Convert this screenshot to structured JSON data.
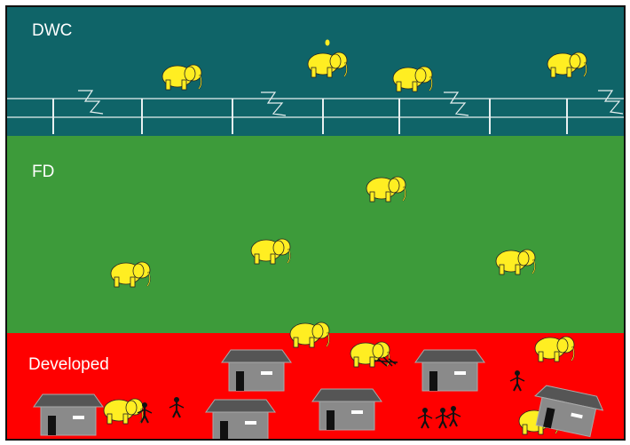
{
  "zones": {
    "dwc": {
      "label": "DWC",
      "color": "#0f6468"
    },
    "fd": {
      "label": "FD",
      "color": "#3d9b3a"
    },
    "developed": {
      "label": "Developed",
      "color": "#ff0000"
    }
  },
  "colors": {
    "elephant": "#ffee22",
    "fence": "#e8f0f0",
    "house_wall": "#8a8a8a",
    "house_roof": "#555555",
    "human": "#111111"
  },
  "icons": [
    "elephant-icon",
    "electric-fence-icon",
    "house-icon",
    "human-icon",
    "crop-damage-icon"
  ]
}
